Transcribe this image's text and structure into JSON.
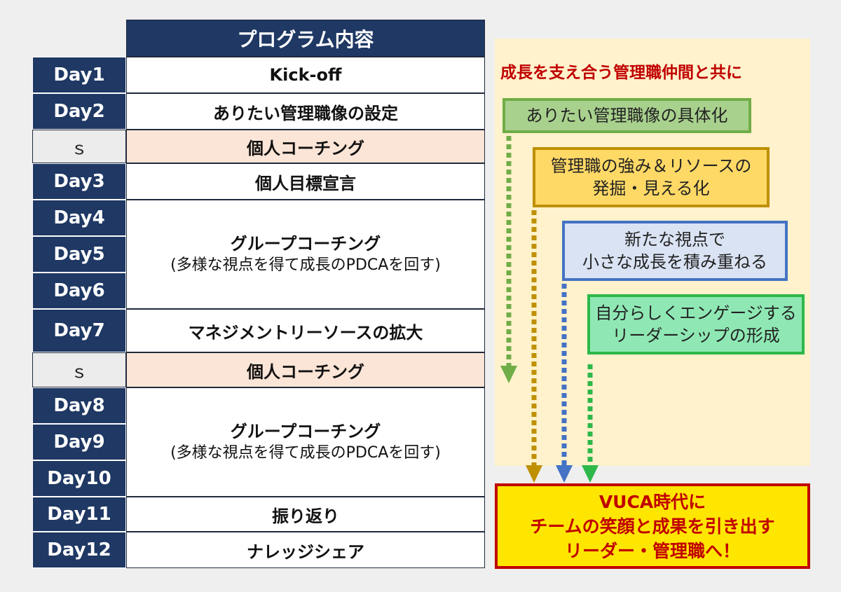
{
  "table": {
    "header": "プログラム内容",
    "rows": [
      {
        "day": "Day1",
        "content": "Kick-off"
      },
      {
        "day": "Day2",
        "content": "ありたい管理職像の設定"
      },
      {
        "day": "ｓ",
        "content": "個人コーチング"
      },
      {
        "day": "Day3",
        "content": "個人目標宣言"
      },
      {
        "day": "Day4"
      },
      {
        "day": "Day5"
      },
      {
        "day": "Day6"
      },
      {
        "day": "Day7",
        "content": "マネジメントリーソースの拡大"
      },
      {
        "day": "ｓ",
        "content": "個人コーチング"
      },
      {
        "day": "Day8"
      },
      {
        "day": "Day9"
      },
      {
        "day": "Day10"
      },
      {
        "day": "Day11",
        "content": "振り返り"
      },
      {
        "day": "Day12",
        "content": "ナレッジシェア"
      }
    ],
    "group1": {
      "title": "グループコーチング",
      "sub": "(多様な視点を得て成長のPDCAを回す)"
    },
    "group2": {
      "title": "グループコーチング",
      "sub": "(多様な視点を得て成長のPDCAを回す)"
    }
  },
  "right": {
    "heading": "成長を支え合う管理職仲間と共に",
    "steps": [
      {
        "lines": [
          "ありたい管理職像の具体化"
        ],
        "color": "#70ad47",
        "fill": "#a9d18e"
      },
      {
        "lines": [
          "管理職の強み＆リソースの",
          "発掘・見える化"
        ],
        "color": "#bf9000",
        "fill": "#ffd966"
      },
      {
        "lines": [
          "新たな視点で",
          "小さな成長を積み重ねる"
        ],
        "color": "#4472c4",
        "fill": "#dae3f3"
      },
      {
        "lines": [
          "自分らしくエンゲージする",
          "リーダーシップの形成"
        ],
        "color": "#2eb84a",
        "fill": "#8fe8b4"
      }
    ],
    "goal": {
      "lines": [
        "VUCA時代に",
        "チームの笑顔と成果を引き出す",
        "リーダー・管理職へ！"
      ],
      "color": "#c00000",
      "fill": "#ffe600"
    }
  }
}
